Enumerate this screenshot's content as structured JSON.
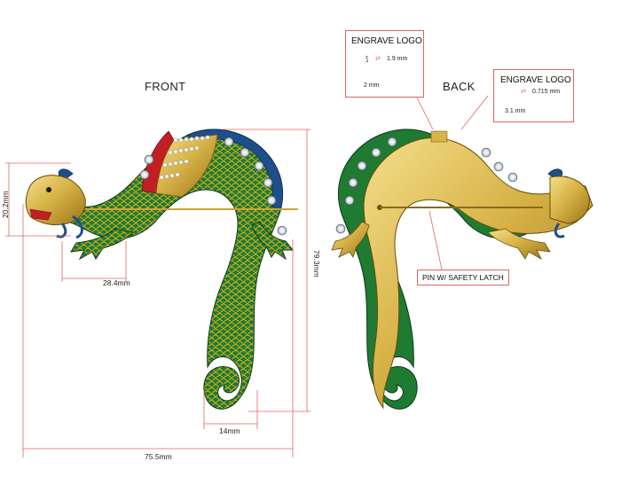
{
  "views": {
    "front_label": "FRONT",
    "back_label": "BACK"
  },
  "dimensions": {
    "head_height": "20.2mm",
    "leg_span": "28.4mm",
    "total_height": "79.3mm",
    "tail_width": "14mm",
    "total_width": "75.5mm"
  },
  "callouts": {
    "logo_left": {
      "title": "ENGRAVE LOGO",
      "width_value": "1.9 mm",
      "height_value": "2 mm"
    },
    "logo_right": {
      "title": "ENGRAVE LOGO",
      "width_value": "0.715 mm",
      "height_value": "3.1 mm"
    },
    "pin": "PIN W/ SAFETY LATCH"
  },
  "colors": {
    "dimension_line": "#e06464",
    "enamel_green": "#1f7a32",
    "scale_gold": "#d9b21f",
    "gold": "#d8b348",
    "blue_enamel": "#1d4f8c",
    "red_enamel": "#c21f25",
    "background": "#ffffff"
  }
}
